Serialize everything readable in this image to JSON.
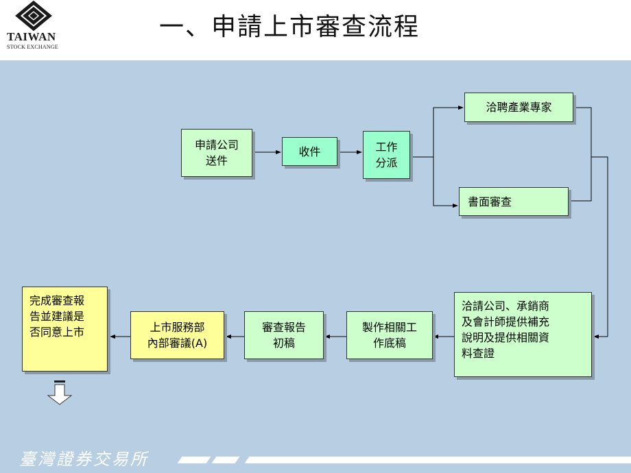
{
  "header": {
    "logo_name": "TAIWAN",
    "logo_sub": "STOCK EXCHANGE",
    "title": "一、申請上市審查流程"
  },
  "flow": {
    "apply": "申請公司\n送件",
    "receive": "收件",
    "assign": "工作\n分派",
    "experts": "洽聘產業專家",
    "written_review": "書面審查",
    "inquiry": "洽請公司、承銷商\n及會計師提供補充\n說明及提供相關資\n料查證",
    "working_papers": "製作相關工\n作底稿",
    "draft_report": "審查報告\n初稿",
    "internal_meeting": "上市服務部\n內部審議(A)",
    "complete": "完成審查報\n告並建議是\n否同意上市"
  },
  "footer": {
    "text": "臺灣證券交易所"
  },
  "colors": {
    "background": "#b8cfe3",
    "box_green": "#ccffcc",
    "box_teal": "#99ffcc",
    "box_yellow": "#ffff99"
  }
}
